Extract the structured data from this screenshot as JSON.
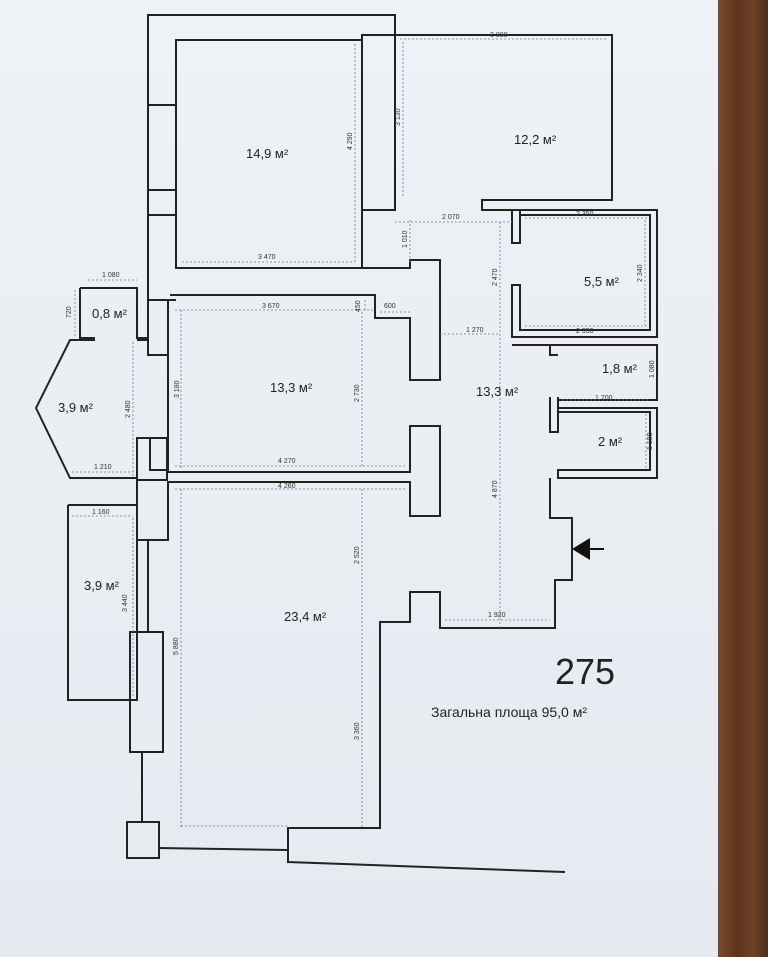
{
  "plan": {
    "number": "275",
    "total": "Загальна площа 95,0 м²",
    "rooms": [
      {
        "id": "r149",
        "area": "14,9 м²"
      },
      {
        "id": "r122",
        "area": "12,2 м²"
      },
      {
        "id": "r55",
        "area": "5,5 м²"
      },
      {
        "id": "r08",
        "area": "0,8 м²"
      },
      {
        "id": "r133a",
        "area": "13,3 м²"
      },
      {
        "id": "r133b",
        "area": "13,3 м²"
      },
      {
        "id": "r18",
        "area": "1,8 м²"
      },
      {
        "id": "r39a",
        "area": "3,9 м²"
      },
      {
        "id": "r2",
        "area": "2 м²"
      },
      {
        "id": "r39b",
        "area": "3,9 м²"
      },
      {
        "id": "r234",
        "area": "23,4 м²"
      }
    ],
    "dimensions": [
      "3 890",
      "3 130",
      "4 290",
      "2 070",
      "2 350",
      "1 010",
      "2 470",
      "2 340",
      "3 470",
      "1 080",
      "720",
      "3 670",
      "450",
      "600",
      "1 270",
      "2 350",
      "3 180",
      "2 730",
      "1 080",
      "1 700",
      "2 480",
      "4 270",
      "1 180",
      "1 210",
      "4 260",
      "4 870",
      "1 160",
      "2 520",
      "3 440",
      "1 920",
      "5 880",
      "3 360"
    ]
  }
}
